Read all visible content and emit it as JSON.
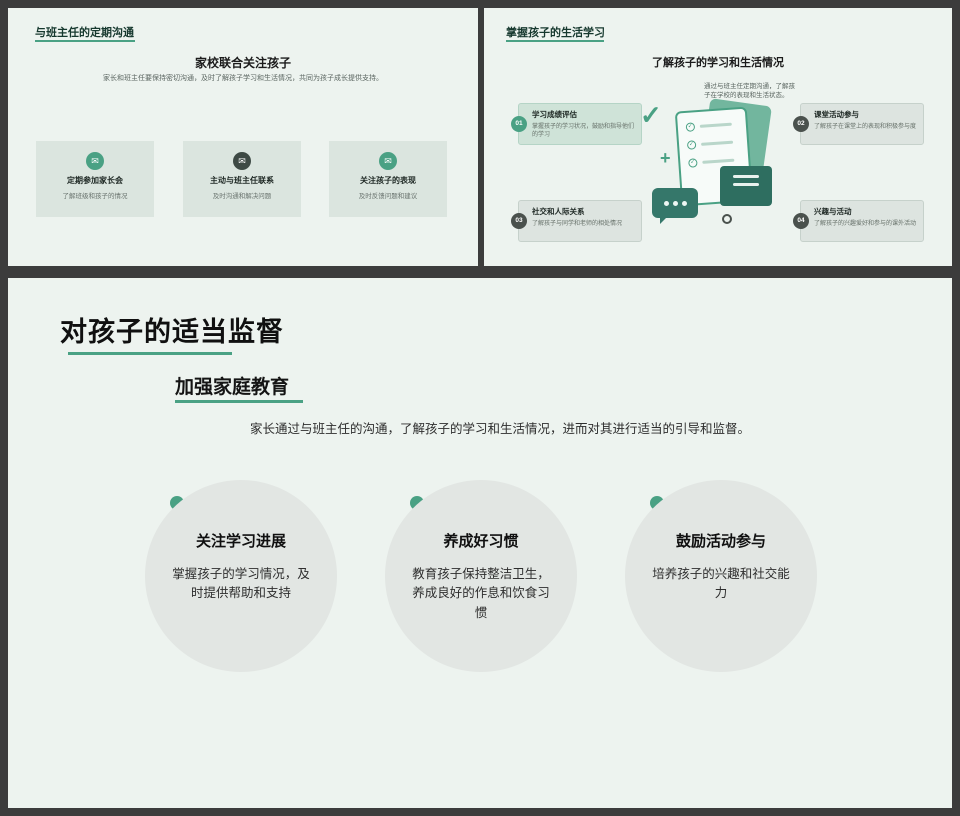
{
  "colors": {
    "accent_teal": "#4aa184",
    "dark_badge": "#4a514d",
    "slide_bg": "#edf3ef",
    "canvas_bg": "#3c3c3c",
    "card_bg": "#dbe5df",
    "circle_bg": "#e2e6e3",
    "illus_dark_teal": "#2e6e60"
  },
  "icons": {
    "mail": "✉",
    "check": "✓",
    "plus": "+"
  },
  "slide1": {
    "header": "与班主任的定期沟通",
    "title": "家校联合关注孩子",
    "subtitle": "家长和班主任要保持密切沟通，及时了解孩子学习和生活情况，共同为孩子成长提供支持。",
    "cards": [
      {
        "title": "定期参加家长会",
        "desc": "了解班级和孩子的情况"
      },
      {
        "title": "主动与班主任联系",
        "desc": "及时沟通和解决问题"
      },
      {
        "title": "关注孩子的表现",
        "desc": "及时反馈问题和建议"
      }
    ]
  },
  "slide2": {
    "header": "掌握孩子的生活学习",
    "title": "了解孩子的学习和生活情况",
    "subtitle": "通过与班主任定期沟通，了解孩子在学校的表现和生活状态。",
    "items": [
      {
        "num": "01",
        "title": "学习成绩评估",
        "desc": "掌握孩子的学习状况，鼓励和指导他们的学习"
      },
      {
        "num": "02",
        "title": "课堂活动参与",
        "desc": "了解孩子在课堂上的表现和积极参与度"
      },
      {
        "num": "03",
        "title": "社交和人际关系",
        "desc": "了解孩子与同学和老师的相处情况"
      },
      {
        "num": "04",
        "title": "兴趣与活动",
        "desc": "了解孩子的兴趣爱好和参与的课外活动"
      }
    ]
  },
  "slide3": {
    "title": "对孩子的适当监督",
    "subtitle": "加强家庭教育",
    "body": "家长通过与班主任的沟通，了解孩子的学习和生活情况，进而对其进行适当的引导和监督。",
    "circles": [
      {
        "title": "关注学习进展",
        "desc": "掌握孩子的学习情况，及时提供帮助和支持"
      },
      {
        "title": "养成好习惯",
        "desc": "教育孩子保持整洁卫生，养成良好的作息和饮食习惯"
      },
      {
        "title": "鼓励活动参与",
        "desc": "培养孩子的兴趣和社交能力"
      }
    ]
  }
}
